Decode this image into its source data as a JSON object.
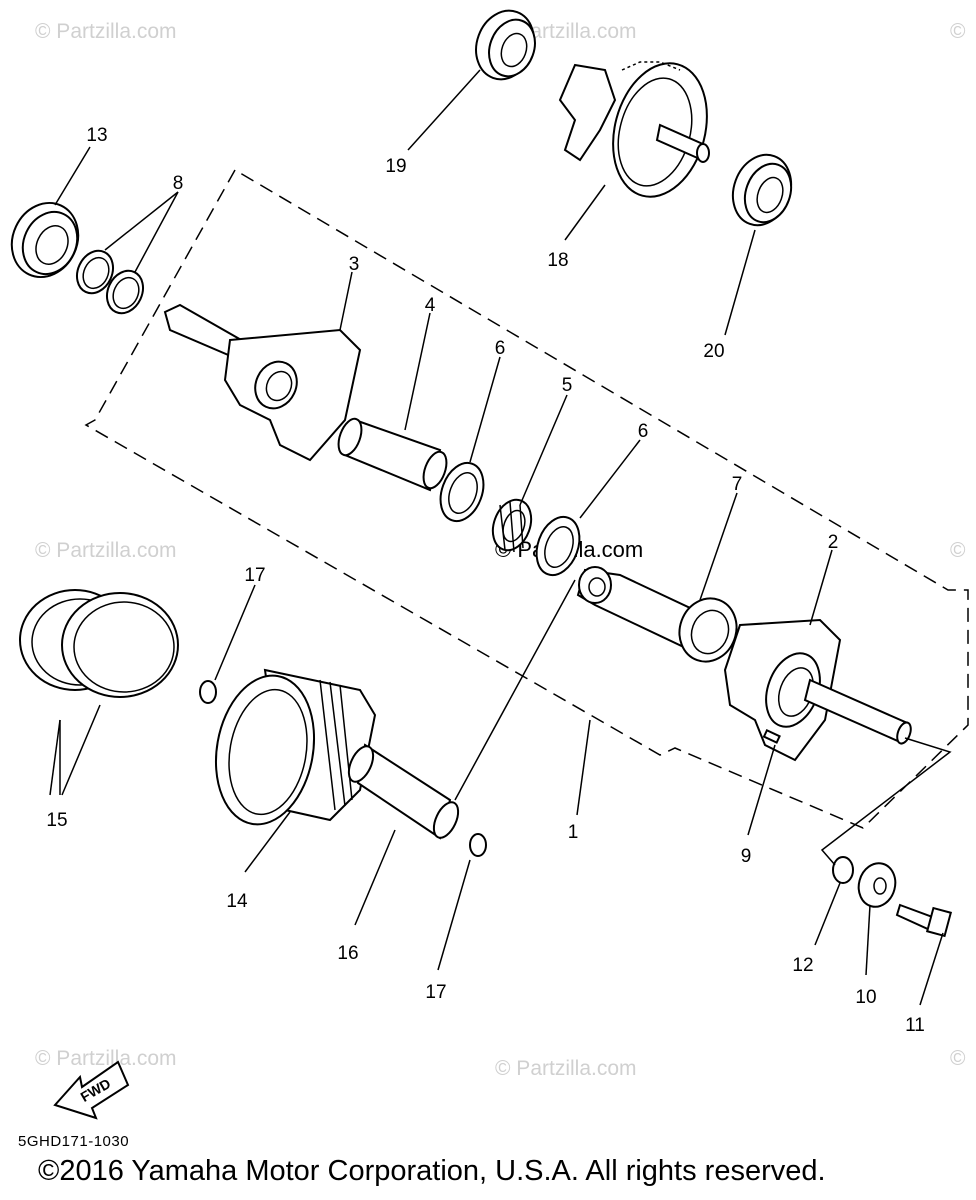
{
  "watermark": "© Partzilla.com",
  "center_watermark": "© Partzilla.com",
  "fwd_label": "FWD",
  "drawing_code": "5GHD171-1030",
  "copyright": "©2016  Yamaha Motor Corporation, U.S.A. All rights reserved.",
  "callouts": {
    "p1": "1",
    "p2": "2",
    "p3": "3",
    "p4": "4",
    "p5": "5",
    "p6a": "6",
    "p6b": "6",
    "p7": "7",
    "p8": "8",
    "p9": "9",
    "p10": "10",
    "p11": "11",
    "p12": "12",
    "p13": "13",
    "p14": "14",
    "p15": "15",
    "p16": "16",
    "p17a": "17",
    "p17b": "17",
    "p18": "18",
    "p19": "19",
    "p20": "20"
  }
}
